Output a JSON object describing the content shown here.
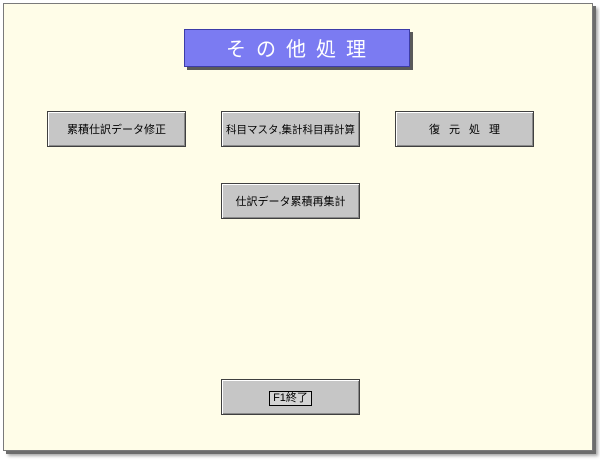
{
  "window": {
    "title": "その他処理"
  },
  "buttons": {
    "ruiseki_shiwake": "累積仕訳データ修正",
    "kamoku_master": "科目マスタ,集計科目再計算",
    "fukugen": "復元処理",
    "shiwake_saishukei": "仕訳データ累積再集計",
    "exit": "F1終了"
  },
  "colors": {
    "background": "#fffde8",
    "title_banner": "#7b7bf2",
    "button_face": "#c6c6c6"
  }
}
